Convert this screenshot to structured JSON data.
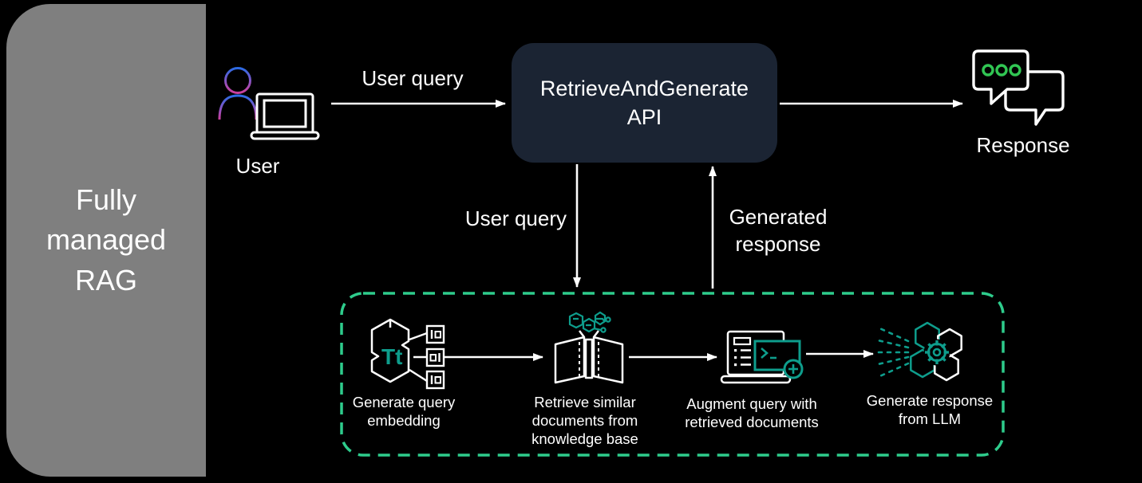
{
  "colors": {
    "accent_green": "#2ECC8C",
    "icon_teal": "#0E9D8C",
    "dot_green": "#31C653",
    "api_box_bg": "#1B2433",
    "panel_gray": "#7F7F7F",
    "person_blue": "#2B6BE4",
    "person_pink": "#CC3F9C"
  },
  "side_panel": {
    "title": "Fully\nmanaged\nRAG"
  },
  "nodes": {
    "user": {
      "label": "User"
    },
    "api": {
      "label": "RetrieveAndGenerate\nAPI"
    },
    "response": {
      "label": "Response"
    }
  },
  "edges": {
    "user_to_api": {
      "label": "User query"
    },
    "api_to_workflow": {
      "label": "User query"
    },
    "workflow_to_api": {
      "label": "Generated\nresponse"
    }
  },
  "workflow": {
    "steps": [
      {
        "name": "generate-query-embedding",
        "icon": "text-embedding-icon",
        "label": "Generate query\nembedding"
      },
      {
        "name": "retrieve-similar-documents",
        "icon": "knowledge-base-book-icon",
        "label": "Retrieve similar\ndocuments from\nknowledge base"
      },
      {
        "name": "augment-query",
        "icon": "terminal-plus-icon",
        "label": "Augment query with\nretrieved documents"
      },
      {
        "name": "generate-response-from-llm",
        "icon": "llm-gear-hexagon-icon",
        "label": "Generate response\nfrom LLM"
      }
    ]
  },
  "icon_text": {
    "embedding_glyph": "Tt"
  }
}
